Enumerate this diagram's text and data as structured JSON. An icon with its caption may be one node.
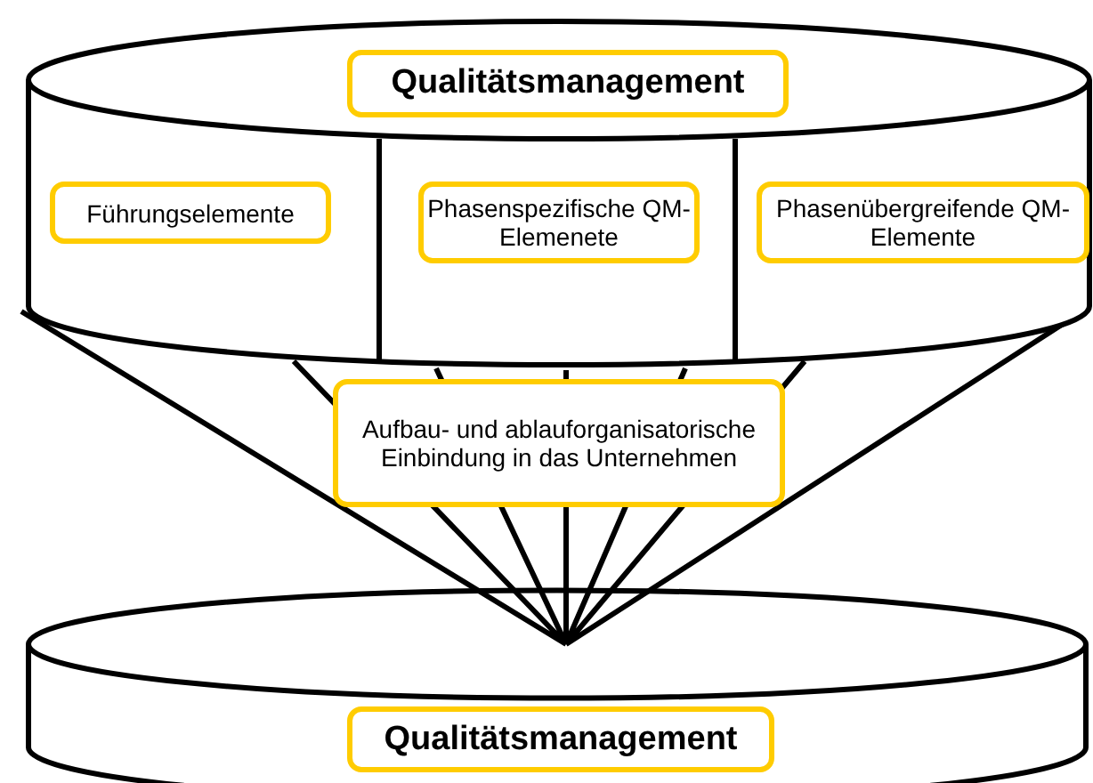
{
  "diagram": {
    "nodes": [
      {
        "text": [
          "Qualitätsmanagement"
        ]
      },
      {
        "text": [
          "Führungselemente"
        ]
      },
      {
        "text": [
          "Phasenspezifische QM-Elemenete"
        ]
      },
      {
        "text": [
          "Phasenübergreifende QM-Elemente"
        ]
      },
      {
        "text": [
          "Aufbau- und ablauforganisatorische Einbindung in das Unternehmen"
        ]
      },
      {
        "text": [
          "Qualitätsmanagement"
        ]
      }
    ]
  }
}
